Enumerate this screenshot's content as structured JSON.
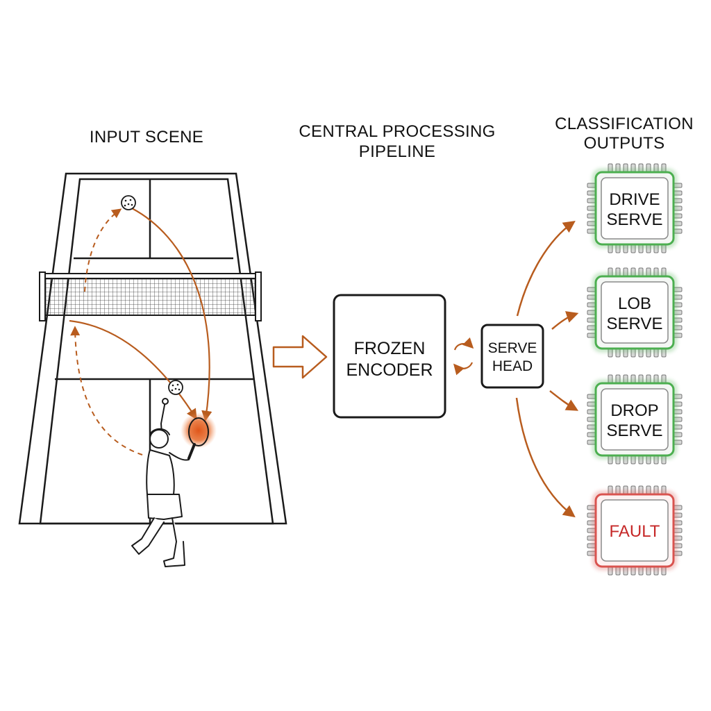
{
  "headings": {
    "input": "INPUT SCENE",
    "pipeline_line1": "CENTRAL PROCESSING",
    "pipeline_line2": "PIPELINE",
    "outputs_line1": "CLASSIFICATION",
    "outputs_line2": "OUTPUTS"
  },
  "encoder": {
    "line1": "FROZEN",
    "line2": "ENCODER"
  },
  "serve_head": {
    "line1": "SERVE",
    "line2": "HEAD"
  },
  "outputs": [
    {
      "line1": "DRIVE",
      "line2": "SERVE",
      "status": "valid"
    },
    {
      "line1": "LOB",
      "line2": "SERVE",
      "status": "valid"
    },
    {
      "line1": "DROP",
      "line2": "SERVE",
      "status": "valid"
    },
    {
      "line1": "FAULT",
      "line2": "",
      "status": "fault"
    }
  ],
  "colors": {
    "arrow": "#b85c1e",
    "valid_chip": "#4caf50",
    "fault_chip": "#d9534f",
    "fault_text": "#c62828",
    "paddle_glow": "#e0561a"
  },
  "icons": {
    "ball": "pickleball-icon",
    "player": "serving-player-figure",
    "chip": "chip-icon",
    "recurrent": "recurrent-arrows-icon"
  }
}
